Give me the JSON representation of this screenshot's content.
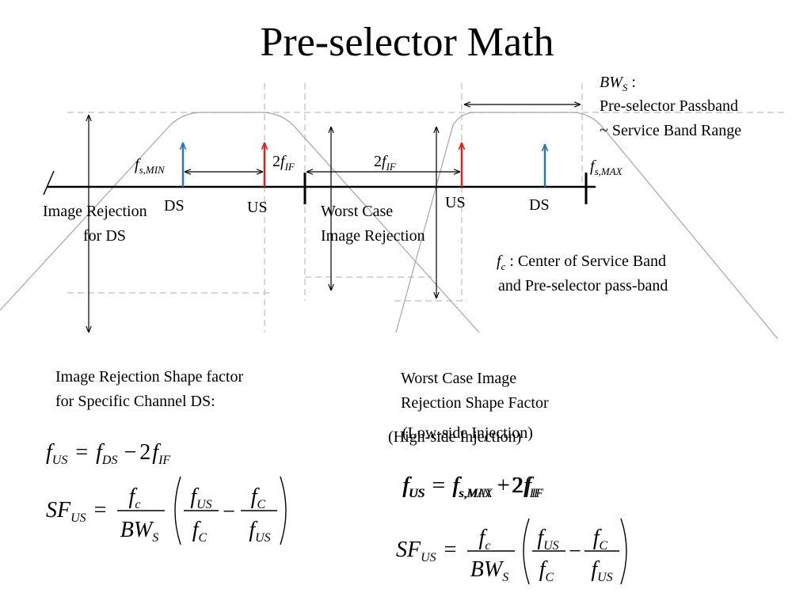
{
  "slide": {
    "title": "Pre-selector Math"
  },
  "diagram": {
    "bw_label": {
      "symbol": "BW",
      "sub": "S",
      "colon": " :",
      "line2": "Pre-selector Passband",
      "line3": "~ Service Band Range"
    },
    "fmin_label": {
      "base": "f",
      "sub": "s,MIN"
    },
    "fmax_label": {
      "base": "f",
      "sub": "s,MAX"
    },
    "two_fif_left": {
      "two": "2",
      "f": "f",
      "sub": "IF"
    },
    "two_fif_right": {
      "two": "2",
      "f": "f",
      "sub": "IF"
    },
    "arrow_labels": {
      "ds_left": "DS",
      "us_left": "US",
      "us_right": "US",
      "ds_right": "DS"
    },
    "image_rejection_ds": {
      "line1": "Image Rejection",
      "line2": "for DS"
    },
    "worst_case": {
      "line1": "Worst Case",
      "line2": "Image Rejection"
    },
    "fc_label": {
      "f": "f",
      "sub": "c",
      "line1_rest": " : Center of Service Band",
      "line2": "and Pre-selector pass-band"
    }
  },
  "left_block": {
    "heading_line1": "Image Rejection Shape factor",
    "heading_line2": "for Specific Channel DS:",
    "eq1": {
      "lhs": "f",
      "lhs_sub": "US",
      "eq": "=",
      "t1": "f",
      "t1_sub": "DS",
      "op": "−",
      "t2": "2",
      "t3": "f",
      "t3_sub": "IF"
    },
    "eq2": {
      "lhs": "SF",
      "lhs_sub": "US",
      "eq": "=",
      "n1": "f",
      "n1_sub": "c",
      "d1": "BW",
      "d1_sub": "S",
      "n2": "f",
      "n2_sub": "US",
      "d2": "f",
      "d2_sub": "C",
      "op": "−",
      "n3": "f",
      "n3_sub": "C",
      "d3": "f",
      "d3_sub": "US"
    }
  },
  "right_block": {
    "heading_line1": "Worst Case Image",
    "heading_line2": "Rejection Shape Factor",
    "overlap_a": "(Low-side Injection)",
    "overlap_b": "(High-side Injection)",
    "eq1a": {
      "lhs": "f",
      "lhs_sub": "US",
      "eq": "=",
      "t1": "f",
      "t1_sub": "s,MAX",
      "op": "−",
      "t2": "2",
      "t3": "f",
      "t3_sub": "IF"
    },
    "eq1b": {
      "lhs": "f",
      "lhs_sub": "US",
      "eq": "=",
      "t1": "f",
      "t1_sub": "s,MIN",
      "op": "+",
      "t2": "2",
      "t3": "f",
      "t3_sub": "IF"
    },
    "eq2": {
      "lhs": "SF",
      "lhs_sub": "US",
      "eq": "=",
      "n1": "f",
      "n1_sub": "c",
      "d1": "BW",
      "d1_sub": "S",
      "n2": "f",
      "n2_sub": "US",
      "d2": "f",
      "d2_sub": "C",
      "op": "−",
      "n3": "f",
      "n3_sub": "C",
      "d3": "f",
      "d3_sub": "US"
    }
  },
  "colors": {
    "axis": "#000000",
    "guide": "#bfbfbf",
    "filter_curve": "#a6a6a6",
    "ds_arrow": "#2e75b6",
    "us_arrow": "#e02020"
  }
}
